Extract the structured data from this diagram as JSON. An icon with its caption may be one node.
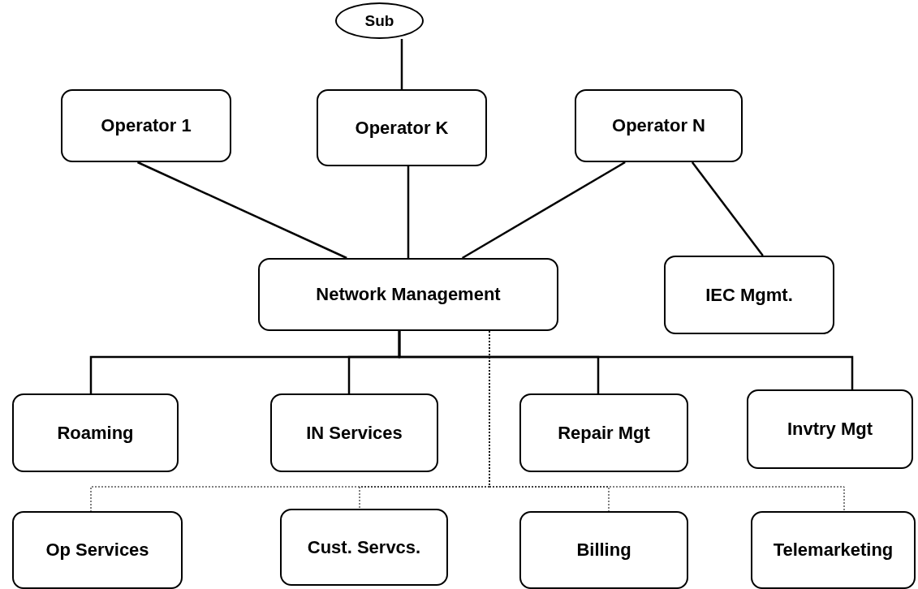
{
  "diagram": {
    "nodes": [
      {
        "text": [
          "Sub"
        ]
      },
      {
        "text": [
          "Operator 1"
        ]
      },
      {
        "text": [
          "Operator K"
        ]
      },
      {
        "text": [
          "Operator N"
        ]
      },
      {
        "text": [
          "Network Management"
        ]
      },
      {
        "text": [
          "IEC Mgmt."
        ]
      },
      {
        "text": [
          "Roaming"
        ]
      },
      {
        "text": [
          "IN Services"
        ]
      },
      {
        "text": [
          "Repair Mgt"
        ]
      },
      {
        "text": [
          "Invtry Mgt"
        ]
      },
      {
        "text": [
          "Op Services"
        ]
      },
      {
        "text": [
          "Cust. Servcs."
        ]
      },
      {
        "text": [
          "Billing"
        ]
      },
      {
        "text": [
          "Telemarketing"
        ]
      }
    ],
    "edges": [
      {
        "from": 0,
        "to": 2,
        "arrow": "none"
      },
      {
        "from": 1,
        "to": 4,
        "arrow": "none"
      },
      {
        "from": 2,
        "to": 4,
        "arrow": "none"
      },
      {
        "from": 3,
        "to": 4,
        "arrow": "none"
      },
      {
        "from": 3,
        "to": 5,
        "arrow": "none"
      },
      {
        "from": 4,
        "to": 6,
        "arrow": "none"
      },
      {
        "from": 4,
        "to": 7,
        "arrow": "none"
      },
      {
        "from": 4,
        "to": 8,
        "arrow": "none"
      },
      {
        "from": 4,
        "to": 9,
        "arrow": "none"
      },
      {
        "from": 4,
        "to": 10,
        "arrow": "none",
        "style": "dashed"
      },
      {
        "from": 4,
        "to": 11,
        "arrow": "none",
        "style": "dashed"
      },
      {
        "from": 4,
        "to": 12,
        "arrow": "none",
        "style": "dashed"
      },
      {
        "from": 4,
        "to": 13,
        "arrow": "none",
        "style": "dashed"
      }
    ]
  }
}
